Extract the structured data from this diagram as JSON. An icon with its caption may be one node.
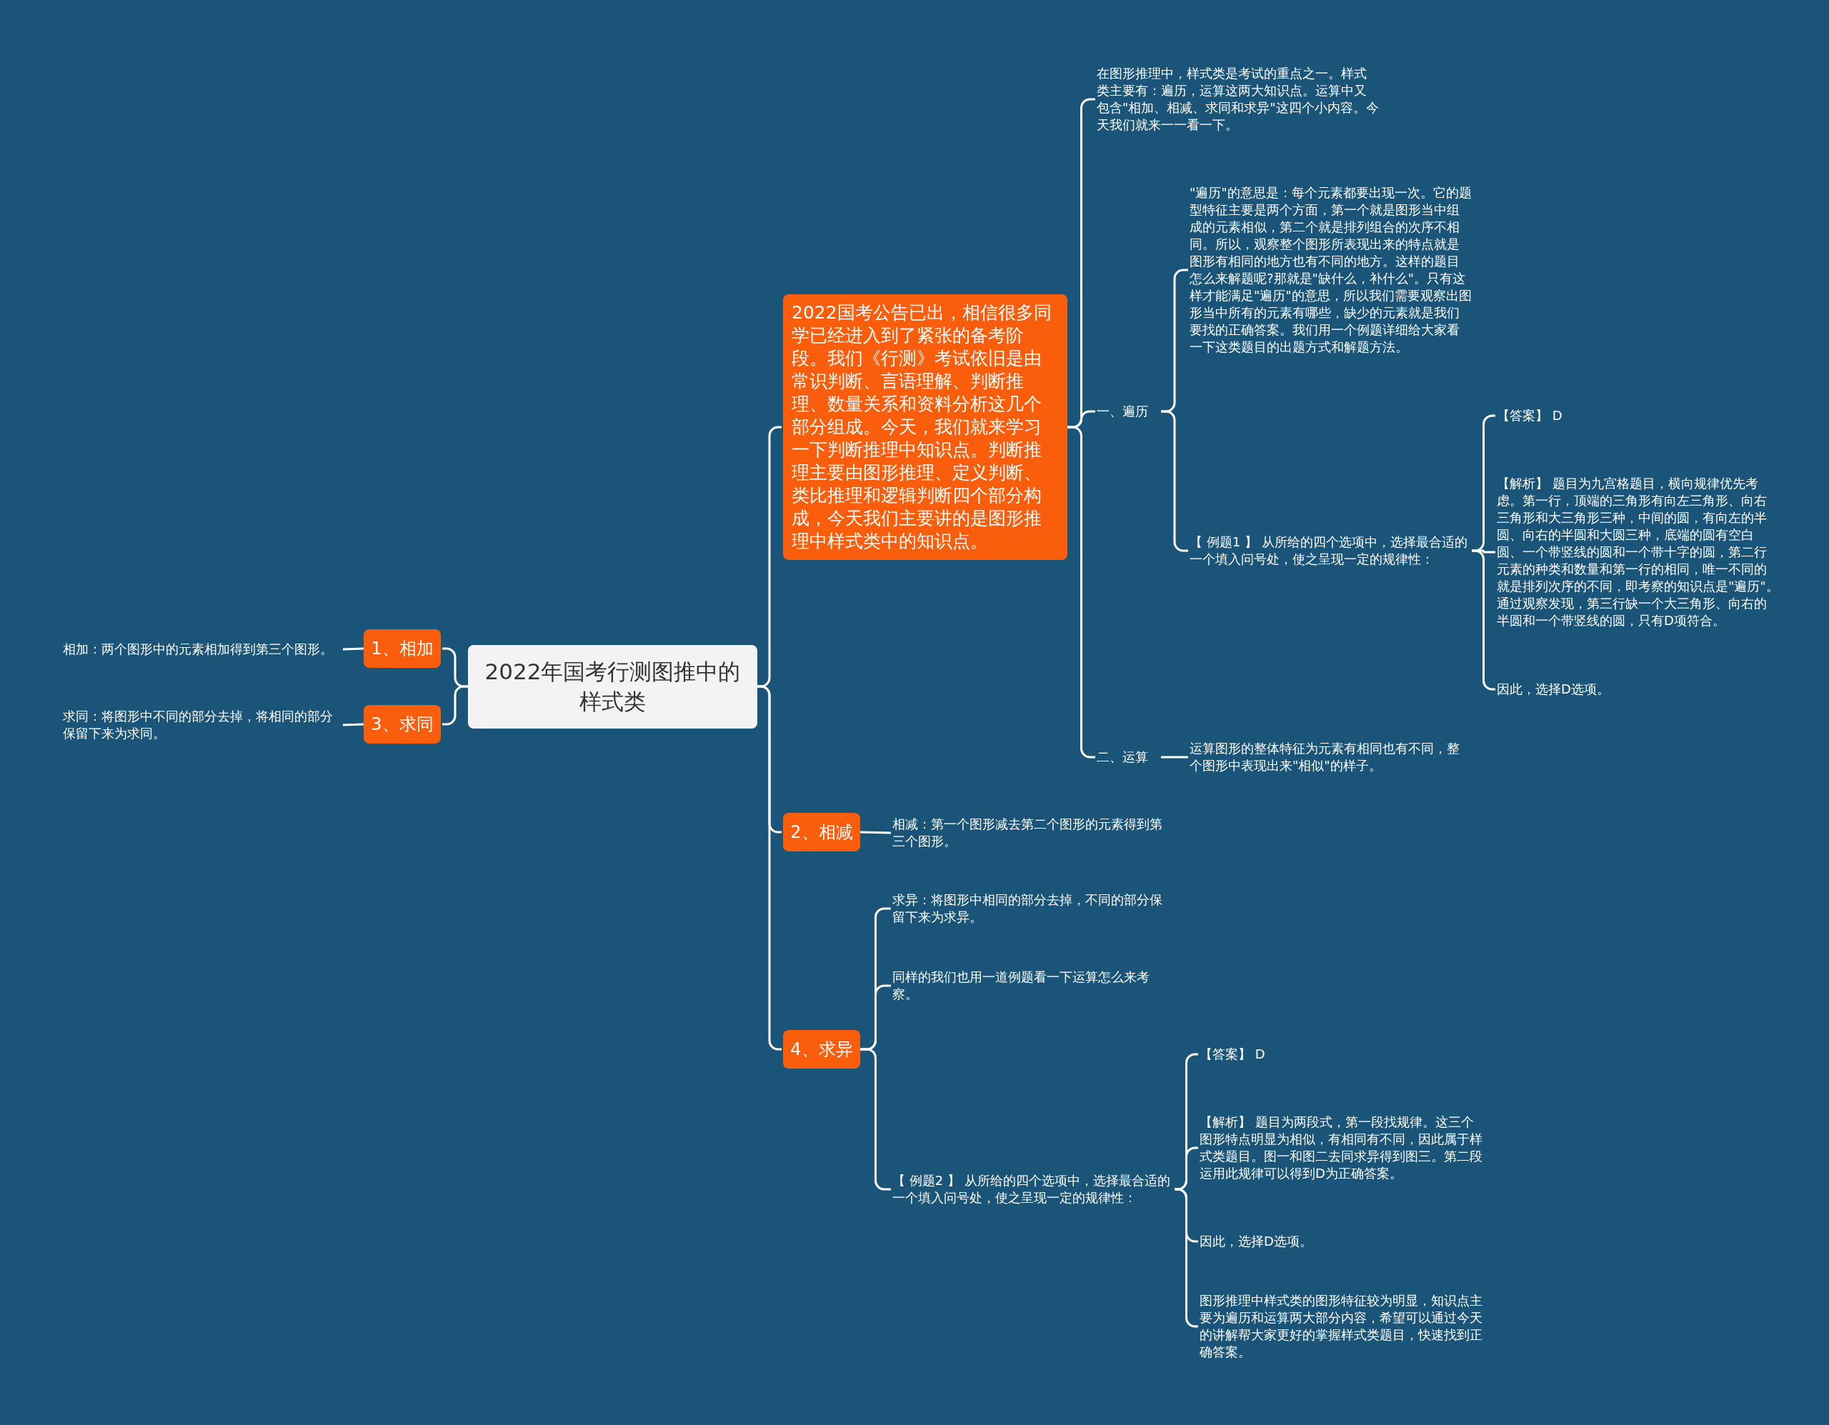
{
  "diagram": {
    "nodes": [
      {
        "text": [
          "2022年国考行测图推中的样式类"
        ]
      },
      {
        "text": [
          "2022国考公告已出，相信很多同学已经进入到了紧张的备考阶段。我们《行测》考试依旧是由常识判断、言语理解、判断推理、数量关系和资料分析这几个部分组成。今天，我们就来学习一下判断推理中知识点。判断推理主要由图形推理、定义判断、类比推理和逻辑判断四个部分构成，今天我们主要讲的是图形推理中样式类中的知识点。"
        ]
      },
      {
        "text": [
          "在图形推理中，样式类是考试的重点之一。样式类主要有：遍历，运算这两大知识点。运算中又包含\"相加、相减、求同和求异\"这四个小内容。今天我们就来一一看一下。"
        ]
      },
      {
        "text": [
          "一、遍历"
        ]
      },
      {
        "text": [
          "\"遍历\"的意思是：每个元素都要出现一次。它的题型特征主要是两个方面，第一个就是图形当中组成的元素相似，第二个就是排列组合的次序不相同。所以，观察整个图形所表现出来的特点就是图形有相同的地方也有不同的地方。这样的题目怎么来解题呢?那就是\"缺什么，补什么\"。只有这样才能满足\"遍历\"的意思，所以我们需要观察出图形当中所有的元素有哪些，缺少的元素就是我们要找的正确答案。我们用一个例题详细给大家看一下这类题目的出题方式和解题方法。"
        ]
      },
      {
        "text": [
          "【 例题1 】 从所给的四个选项中，选择最合适的一个填入问号处，使之呈现一定的规律性："
        ]
      },
      {
        "text": [
          "【答案】 D"
        ]
      },
      {
        "text": [
          "【解析】 题目为九宫格题目，横向规律优先考虑。第一行，顶端的三角形有向左三角形、向右三角形和大三角形三种，中间的圆，有向左的半圆、向右的半圆和大圆三种，底端的圆有空白圆、一个带竖线的圆和一个带十字的圆，第二行元素的种类和数量和第一行的相同，唯一不同的就是排列次序的不同，即考察的知识点是\"遍历\"。通过观察发现，第三行缺一个大三角形、向右的半圆和一个带竖线的圆，只有D项符合。"
        ]
      },
      {
        "text": [
          "因此，选择D选项。"
        ]
      },
      {
        "text": [
          "二、运算"
        ]
      },
      {
        "text": [
          "运算图形的整体特征为元素有相同也有不同，整个图形中表现出来\"相似\"的样子。"
        ]
      },
      {
        "text": [
          "2、相减"
        ]
      },
      {
        "text": [
          "相减：第一个图形减去第二个图形的元素得到第三个图形。"
        ]
      },
      {
        "text": [
          "4、求异"
        ]
      },
      {
        "text": [
          "求异：将图形中相同的部分去掉，不同的部分保留下来为求异。"
        ]
      },
      {
        "text": [
          "同样的我们也用一道例题看一下运算怎么来考察。"
        ]
      },
      {
        "text": [
          "【 例题2 】 从所给的四个选项中，选择最合适的一个填入问号处，使之呈现一定的规律性："
        ]
      },
      {
        "text": [
          "【答案】 D"
        ]
      },
      {
        "text": [
          "【解析】 题目为两段式，第一段找规律。这三个图形特点明显为相似，有相同有不同，因此属于样式类题目。图一和图二去同求异得到图三。第二段运用此规律可以得到D为正确答案。"
        ]
      },
      {
        "text": [
          "因此，选择D选项。"
        ]
      },
      {
        "text": [
          "图形推理中样式类的图形特征较为明显，知识点主要为遍历和运算两大部分内容，希望可以通过今天的讲解帮大家更好的掌握样式类题目，快速找到正确答案。"
        ]
      },
      {
        "text": [
          "1、相加"
        ]
      },
      {
        "text": [
          "相加：两个图形中的元素相加得到第三个图形。"
        ]
      },
      {
        "text": [
          "3、求同"
        ]
      },
      {
        "text": [
          "求同：将图形中不同的部分去掉，将相同的部分保留下来为求同。"
        ]
      }
    ],
    "edges": [
      {
        "from": 0,
        "to": 1,
        "arrow": "none"
      },
      {
        "from": 1,
        "to": 2,
        "arrow": "none"
      },
      {
        "from": 1,
        "to": 3,
        "arrow": "none"
      },
      {
        "from": 3,
        "to": 4,
        "arrow": "none"
      },
      {
        "from": 3,
        "to": 5,
        "arrow": "none"
      },
      {
        "from": 5,
        "to": 6,
        "arrow": "none"
      },
      {
        "from": 5,
        "to": 7,
        "arrow": "none"
      },
      {
        "from": 5,
        "to": 8,
        "arrow": "none"
      },
      {
        "from": 1,
        "to": 9,
        "arrow": "none"
      },
      {
        "from": 9,
        "to": 10,
        "arrow": "none"
      },
      {
        "from": 0,
        "to": 11,
        "arrow": "none"
      },
      {
        "from": 11,
        "to": 12,
        "arrow": "none"
      },
      {
        "from": 0,
        "to": 13,
        "arrow": "none"
      },
      {
        "from": 13,
        "to": 14,
        "arrow": "none"
      },
      {
        "from": 13,
        "to": 15,
        "arrow": "none"
      },
      {
        "from": 13,
        "to": 16,
        "arrow": "none"
      },
      {
        "from": 16,
        "to": 17,
        "arrow": "none"
      },
      {
        "from": 16,
        "to": 18,
        "arrow": "none"
      },
      {
        "from": 16,
        "to": 19,
        "arrow": "none"
      },
      {
        "from": 16,
        "to": 20,
        "arrow": "none"
      },
      {
        "from": 0,
        "to": 21,
        "arrow": "none"
      },
      {
        "from": 21,
        "to": 22,
        "arrow": "none"
      },
      {
        "from": 0,
        "to": 23,
        "arrow": "none"
      },
      {
        "from": 23,
        "to": 24,
        "arrow": "none"
      }
    ]
  }
}
